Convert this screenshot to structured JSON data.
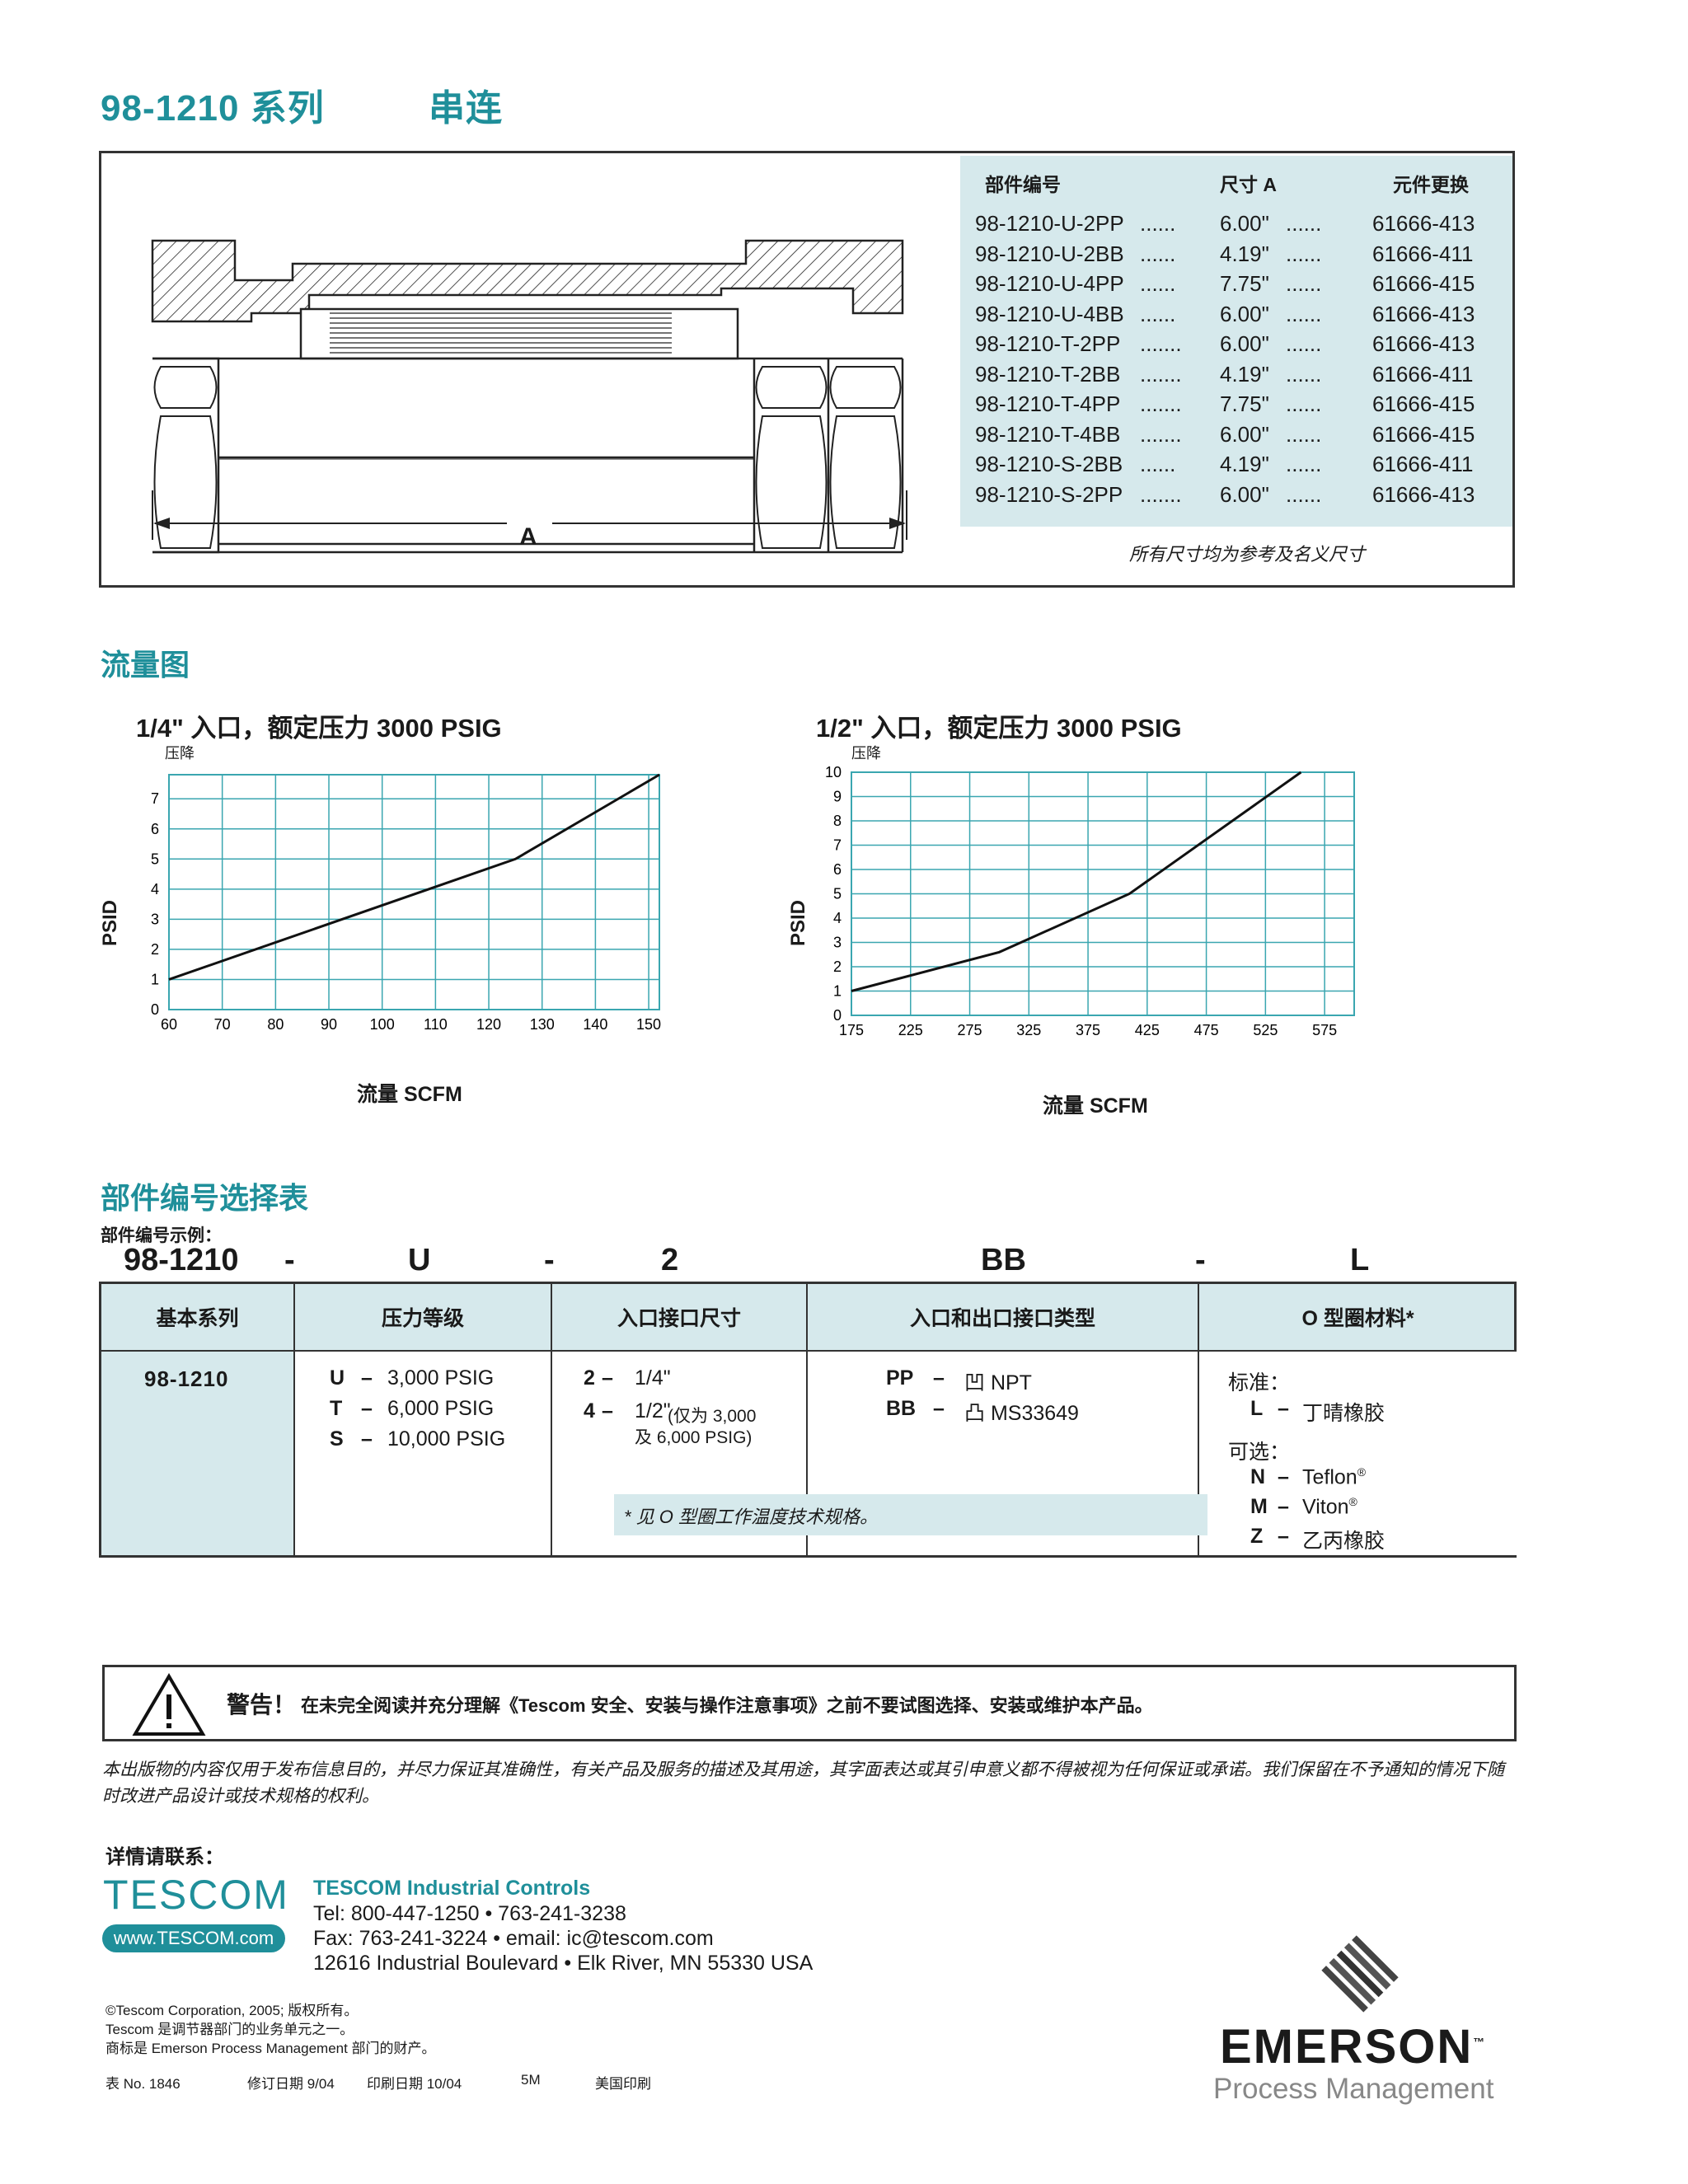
{
  "header": {
    "series_title": "98-1210 系列",
    "subtitle": "串连"
  },
  "drawing": {
    "dim_label": "A"
  },
  "parts_table": {
    "headers": [
      "部件编号",
      "尺寸 A",
      "元件更换"
    ],
    "rows": [
      {
        "part": "98-1210-U-2PP",
        "dots1": "......",
        "size": "6.00\"",
        "dots2": "......",
        "element": "61666-413"
      },
      {
        "part": "98-1210-U-2BB",
        "dots1": "......",
        "size": "4.19\"",
        "dots2": "......",
        "element": "61666-411"
      },
      {
        "part": "98-1210-U-4PP",
        "dots1": "......",
        "size": "7.75\"",
        "dots2": "......",
        "element": "61666-415"
      },
      {
        "part": "98-1210-U-4BB",
        "dots1": "......",
        "size": "6.00\"",
        "dots2": "......",
        "element": "61666-413"
      },
      {
        "part": "98-1210-T-2PP",
        "dots1": ".......",
        "size": "6.00\"",
        "dots2": "......",
        "element": "61666-413"
      },
      {
        "part": "98-1210-T-2BB",
        "dots1": ".......",
        "size": "4.19\"",
        "dots2": "......",
        "element": "61666-411"
      },
      {
        "part": "98-1210-T-4PP",
        "dots1": ".......",
        "size": "7.75\"",
        "dots2": "......",
        "element": "61666-415"
      },
      {
        "part": "98-1210-T-4BB",
        "dots1": ".......",
        "size": "6.00\"",
        "dots2": "......",
        "element": "61666-415"
      },
      {
        "part": "98-1210-S-2BB",
        "dots1": "......",
        "size": "4.19\"",
        "dots2": "......",
        "element": "61666-411"
      },
      {
        "part": "98-1210-S-2PP",
        "dots1": ".......",
        "size": "6.00\"",
        "dots2": "......",
        "element": "61666-413"
      }
    ],
    "note": "所有尺寸均为参考及名义尺寸"
  },
  "flow_section": {
    "title": "流量图"
  },
  "chart_data": [
    {
      "type": "line",
      "title": "1/4\" 入口，额定压力 3000 PSIG",
      "unit_label": "压降",
      "xlabel": "流量 SCFM",
      "ylabel": "PSID",
      "xlim": [
        60,
        152
      ],
      "ylim": [
        0,
        7.8
      ],
      "xticks": [
        60,
        70,
        80,
        90,
        100,
        110,
        120,
        130,
        140,
        150
      ],
      "yticks": [
        0,
        1,
        2,
        3,
        4,
        5,
        6,
        7
      ],
      "grid": true,
      "series": [
        {
          "x": [
            60,
            125,
            152
          ],
          "y": [
            1.0,
            5.0,
            7.8
          ]
        }
      ]
    },
    {
      "type": "line",
      "title": "1/2\" 入口，额定压力 3000 PSIG",
      "unit_label": "压降",
      "xlabel": "流量 SCFM",
      "ylabel": "PSID",
      "xlim": [
        175,
        600
      ],
      "ylim": [
        0,
        10
      ],
      "xticks": [
        175,
        225,
        275,
        325,
        375,
        425,
        475,
        525,
        575
      ],
      "yticks": [
        0,
        1,
        2,
        3,
        4,
        5,
        6,
        7,
        8,
        9,
        10
      ],
      "grid": true,
      "series": [
        {
          "x": [
            175,
            300,
            410,
            555
          ],
          "y": [
            1.0,
            2.6,
            5.0,
            10.0
          ]
        }
      ]
    }
  ],
  "selection": {
    "title": "部件编号选择表",
    "example_label": "部件编号示例：",
    "example": [
      "98-1210",
      "-",
      "U",
      "-",
      "2",
      "BB",
      "-",
      "L"
    ],
    "columns": [
      "基本系列",
      "压力等级",
      "入口接口尺寸",
      "入口和出口接口类型",
      "O 型圈材料*"
    ],
    "base": "98-1210",
    "pressure": [
      {
        "code": "U",
        "dash": "–",
        "text": "3,000 PSIG"
      },
      {
        "code": "T",
        "dash": "–",
        "text": "6,000 PSIG"
      },
      {
        "code": "S",
        "dash": "–",
        "text": "10,000 PSIG"
      }
    ],
    "inlet": [
      {
        "code": "2",
        "dash": "–",
        "text": "1/4\""
      },
      {
        "code": "4",
        "dash": "–",
        "text": "1/2\"",
        "note1": "(仅为 3,000",
        "note2": "及 6,000 PSIG)"
      }
    ],
    "conn": [
      {
        "code": "PP",
        "dash": "–",
        "text": "凹 NPT"
      },
      {
        "code": "BB",
        "dash": "–",
        "text": "凸 MS33649"
      }
    ],
    "oring": {
      "std_label": "标准：",
      "std": {
        "code": "L",
        "dash": "–",
        "text": "丁晴橡胶"
      },
      "opt_label": "可选：",
      "opt": [
        {
          "code": "N",
          "dash": "–",
          "text": "Teflon",
          "sup": "®"
        },
        {
          "code": "M",
          "dash": "–",
          "text": "Viton",
          "sup": "®"
        },
        {
          "code": "Z",
          "dash": "–",
          "text": "乙丙橡胶",
          "sup": ""
        }
      ]
    },
    "footnote": "* 见 O 型圈工作温度技术规格。"
  },
  "warning": {
    "label": "警告！",
    "text": "在未完全阅读并充分理解《Tescom 安全、安装与操作注意事项》之前不要试图选择、安装或维护本产品。"
  },
  "disclaimer": "本出版物的内容仅用于发布信息目的，并尽力保证其准确性，有关产品及服务的描述及其用途，其字面表达或其引申意义都不得被视为任何保证或承诺。我们保留在不予通知的情况下随时改进产品设计或技术规格的权利。",
  "contact": {
    "label": "详情请联系：",
    "logo": "TESCOM",
    "website": "www.TESCOM.com",
    "company": "TESCOM Industrial Controls",
    "tel": "Tel: 800-447-1250  •  763-241-3238",
    "fax": "Fax: 763-241-3224  •  email: ic@tescom.com",
    "address": "12616 Industrial Boulevard  •  Elk River, MN 55330 USA"
  },
  "footer": {
    "copyright": "©Tescom Corporation, 2005; 版权所有。",
    "line2": "Tescom  是调节器部门的业务单元之一。",
    "line3": "商标是  Emerson Process Management  部门的财产。",
    "form_no": "表 No. 1846",
    "revised": "修订日期 9/04",
    "printed": "印刷日期 10/04",
    "qty": "5M",
    "made_in": "美国印刷"
  },
  "brand": {
    "name": "EMERSON",
    "tm": "™",
    "division": "Process Management"
  },
  "colors": {
    "accent": "#1f8f9a",
    "panel": "#d6e9ec",
    "grid": "#3aa6b0"
  }
}
